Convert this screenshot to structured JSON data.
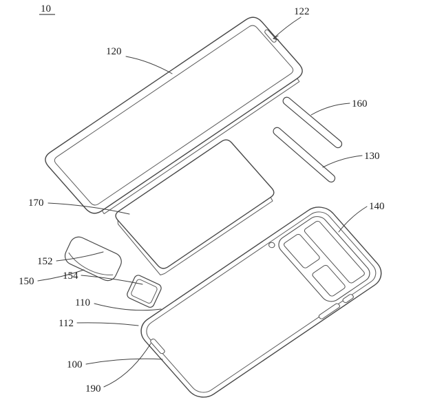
{
  "labels": [
    {
      "ref": "10"
    },
    {
      "ref": "122"
    },
    {
      "ref": "120"
    },
    {
      "ref": "160"
    },
    {
      "ref": "130"
    },
    {
      "ref": "170"
    },
    {
      "ref": "140"
    },
    {
      "ref": "152"
    },
    {
      "ref": "150"
    },
    {
      "ref": "154"
    },
    {
      "ref": "110"
    },
    {
      "ref": "112"
    },
    {
      "ref": "100"
    },
    {
      "ref": "190"
    }
  ],
  "colors": {
    "line": "#474747",
    "label_text": "#1b1b1b",
    "background": "#ffffff"
  }
}
